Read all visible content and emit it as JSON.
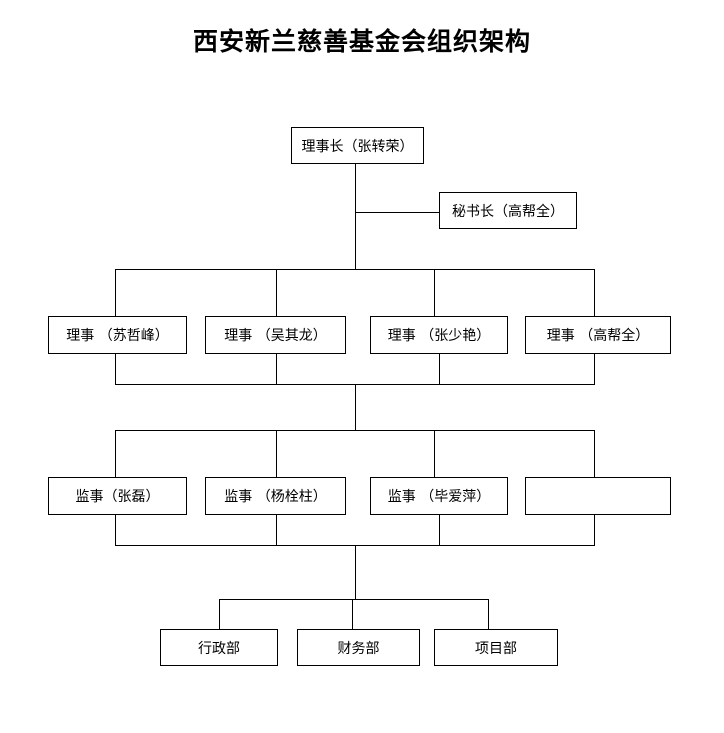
{
  "title": "西安新兰慈善基金会组织架构",
  "chairman": "理事长（张转荣）",
  "secretary": "秘书长（高帮全）",
  "directors": [
    "理事 （苏哲峰）",
    "理事 （吴其龙）",
    "理事 （张少艳）",
    "理事 （高帮全）"
  ],
  "supervisors": [
    "监事（张磊）",
    "监事 （杨栓柱）",
    "监事 （毕爱萍）",
    ""
  ],
  "departments": [
    "行政部",
    "财务部",
    "项目部"
  ]
}
